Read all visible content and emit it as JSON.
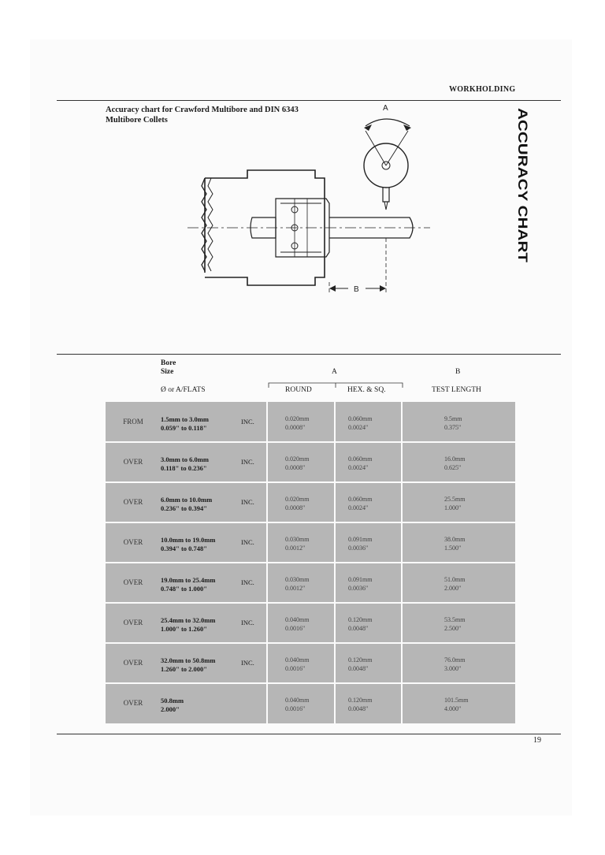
{
  "header": {
    "section": "WORKHOLDING"
  },
  "title": {
    "line1": "Accuracy chart for Crawford Multibore and DIN 6343",
    "line2": "Multibore Collets"
  },
  "side_title": "ACCURACY CHART",
  "diagram": {
    "label_a": "A",
    "label_b": "B"
  },
  "table_header": {
    "bore": "Bore",
    "size": "Size",
    "dia": "Ø or A/FLATS",
    "group_a": "A",
    "round": "ROUND",
    "hex": "HEX. & SQ.",
    "group_b": "B",
    "test_length": "TEST LENGTH"
  },
  "rows": [
    {
      "label": "FROM",
      "mm": "1.5mm   to 3.0mm",
      "inch": "0.059\"   to 0.118\"",
      "inc": "INC.",
      "round_mm": "0.020mm",
      "round_in": "0.0008\"",
      "hex_mm": "0.060mm",
      "hex_in": "0.0024\"",
      "test_mm": "9.5mm",
      "test_in": "0.375\""
    },
    {
      "label": "OVER",
      "mm": "3.0mm   to 6.0mm",
      "inch": "0.118\"   to 0.236\"",
      "inc": "INC.",
      "round_mm": "0.020mm",
      "round_in": "0.0008\"",
      "hex_mm": "0.060mm",
      "hex_in": "0.0024\"",
      "test_mm": "16.0mm",
      "test_in": "0.625\""
    },
    {
      "label": "OVER",
      "mm": "6.0mm   to 10.0mm",
      "inch": "0.236\"   to 0.394\"",
      "inc": "INC.",
      "round_mm": "0.020mm",
      "round_in": "0.0008\"",
      "hex_mm": "0.060mm",
      "hex_in": "0.0024\"",
      "test_mm": "25.5mm",
      "test_in": "1.000\""
    },
    {
      "label": "OVER",
      "mm": "10.0mm to 19.0mm",
      "inch": "0.394\"   to 0.748\"",
      "inc": "INC.",
      "round_mm": "0.030mm",
      "round_in": "0.0012\"",
      "hex_mm": "0.091mm",
      "hex_in": "0.0036\"",
      "test_mm": "38.0mm",
      "test_in": "1.500\""
    },
    {
      "label": "OVER",
      "mm": "19.0mm to 25.4mm",
      "inch": "0.748\"   to 1.000\"",
      "inc": "INC.",
      "round_mm": "0.030mm",
      "round_in": "0.0012\"",
      "hex_mm": "0.091mm",
      "hex_in": "0.0036\"",
      "test_mm": "51.0mm",
      "test_in": "2.000\""
    },
    {
      "label": "OVER",
      "mm": "25.4mm to 32.0mm",
      "inch": "1.000\"   to 1.260\"",
      "inc": "INC.",
      "round_mm": "0.040mm",
      "round_in": "0.0016\"",
      "hex_mm": "0.120mm",
      "hex_in": "0.0048\"",
      "test_mm": "53.5mm",
      "test_in": "2.500\""
    },
    {
      "label": "OVER",
      "mm": "32.0mm to 50.8mm",
      "inch": "1.260\"   to 2.000\"",
      "inc": "INC.",
      "round_mm": "0.040mm",
      "round_in": "0.0016\"",
      "hex_mm": "0.120mm",
      "hex_in": "0.0048\"",
      "test_mm": "76.0mm",
      "test_in": "3.000\""
    },
    {
      "label": "OVER",
      "mm": "50.8mm",
      "inch": "2.000\"",
      "inc": "",
      "round_mm": "0.040mm",
      "round_in": "0.0016\"",
      "hex_mm": "0.120mm",
      "hex_in": "0.0048\"",
      "test_mm": "101.5mm",
      "test_in": "4.000\""
    }
  ],
  "page_number": "19"
}
